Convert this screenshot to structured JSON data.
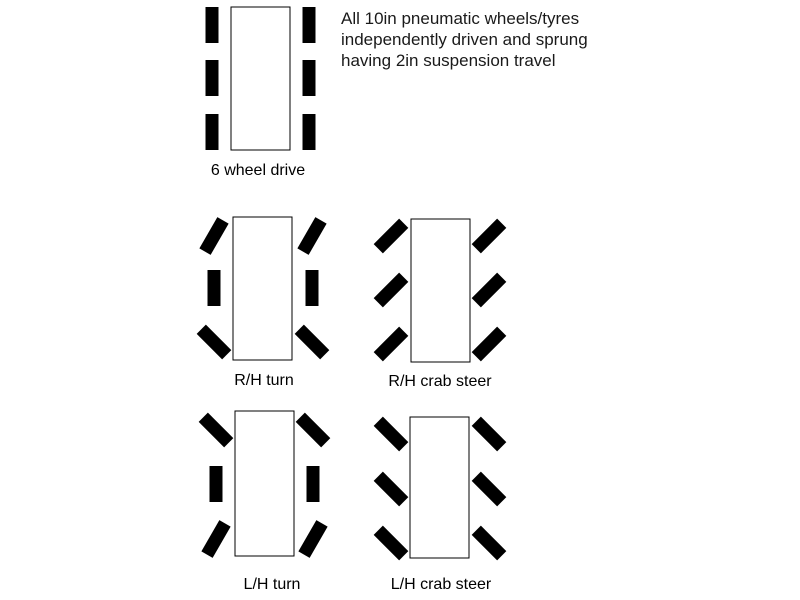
{
  "description": {
    "lines": [
      "All 10in pneumatic wheels/tyres",
      "independently driven and sprung",
      "having 2in suspension travel"
    ]
  },
  "configs": [
    {
      "label": "6 wheel drive",
      "angles": [
        0,
        0,
        0,
        0,
        0,
        0
      ]
    },
    {
      "label": "R/H turn",
      "angles": [
        30,
        30,
        0,
        0,
        -45,
        -45
      ]
    },
    {
      "label": "R/H crab steer",
      "angles": [
        45,
        45,
        45,
        45,
        45,
        45
      ]
    },
    {
      "label": "L/H turn",
      "angles": [
        -45,
        -45,
        0,
        0,
        30,
        30
      ]
    },
    {
      "label": "L/H crab steer",
      "angles": [
        -45,
        -45,
        -45,
        -45,
        -45,
        -45
      ]
    }
  ],
  "colors": {
    "wheel": "#000000",
    "chassis_stroke": "#000000",
    "chassis_fill": "#ffffff"
  }
}
